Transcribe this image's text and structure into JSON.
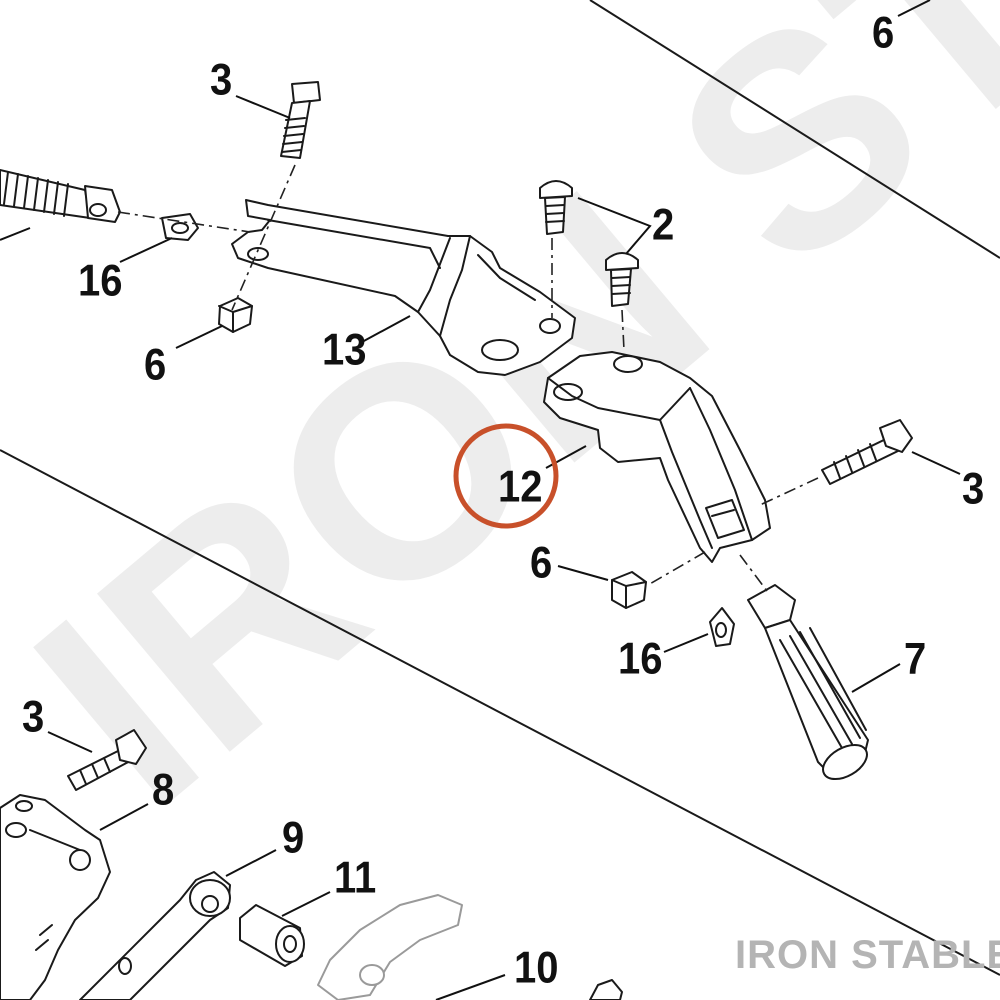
{
  "watermark": {
    "text": "IRON STABLE"
  },
  "brand": {
    "text": "IRON STABLE"
  },
  "highlight": {
    "color": "#c8502a",
    "label": "12"
  },
  "callouts": {
    "c1": "6",
    "c2": "3",
    "c3": "2",
    "c4": "16",
    "c5": "13",
    "c6": "6",
    "c7": "12",
    "c8": "3",
    "c9": "6",
    "c10": "16",
    "c11": "7",
    "c12": "3",
    "c13": "8",
    "c14": "9",
    "c15": "11",
    "c16": "10"
  }
}
